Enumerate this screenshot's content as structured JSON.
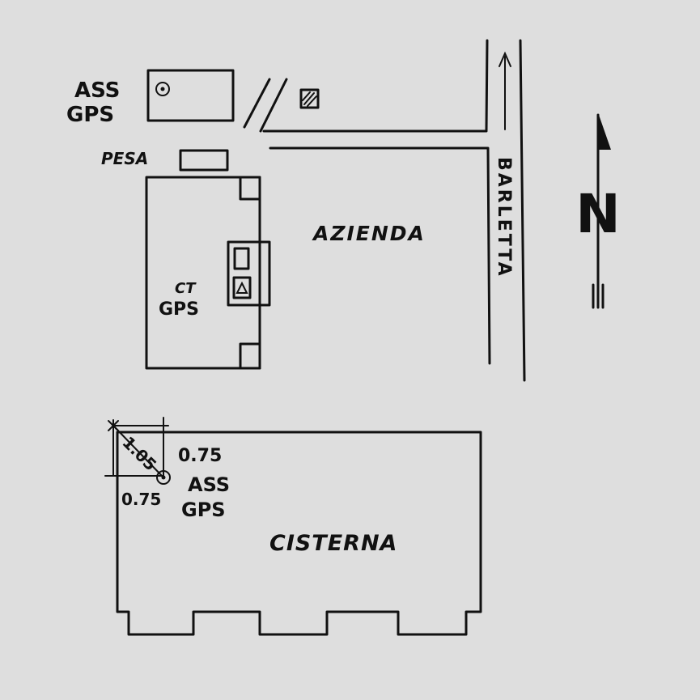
{
  "labels": {
    "ass_gps_top_1": "ASS",
    "ass_gps_top_2": "GPS",
    "pesa": "PESA",
    "azienda": "AZIENDA",
    "street": "BARLETTA",
    "ct_gps_1": "CT",
    "ct_gps_2": "GPS",
    "dim_diagonal": "1.05",
    "dim_horizontal": "0.75",
    "dim_vertical": "0.75",
    "ass_gps_bottom_1": "ASS",
    "ass_gps_bottom_2": "GPS",
    "cisterna": "CISTERNA",
    "north_letter": "N"
  },
  "colors": {
    "paper": "#dedede",
    "ink": "#111111"
  },
  "icons": {
    "north_arrow": "north-arrow-icon",
    "survey_point": "survey-point-icon",
    "hatched_square": "hatched-square-icon",
    "triangle_marker": "triangle-marker-icon"
  }
}
